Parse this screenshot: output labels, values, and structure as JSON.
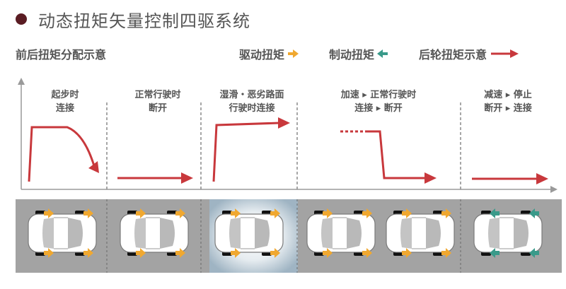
{
  "page": {
    "title": "动态扭矩矢量控制四驱系统",
    "subtitle": "前后扭矩分配示意"
  },
  "legend": {
    "drive": {
      "label": "驱动扭矩",
      "color": "#f0a830",
      "icon": "arrow-right-icon"
    },
    "brake": {
      "label": "制动扭矩",
      "color": "#3a9a8a",
      "icon": "arrow-left-icon"
    },
    "rear": {
      "label": "后轮扭矩示意",
      "color": "#c8383c",
      "icon": "long-arrow-right-icon"
    }
  },
  "phases": [
    {
      "line1": "起步时",
      "line2": "连接"
    },
    {
      "line1": "正常行驶时",
      "line2": "断开"
    },
    {
      "line1": "湿滑・恶劣路面",
      "line2": "行驶时连接"
    },
    {
      "line1": "加速 ▸ 正常行驶时",
      "line2": "连接 ▸ 断开"
    },
    {
      "line1": "减速 ▸ 停止",
      "line2": "断开 ▸ 连接"
    }
  ],
  "colors": {
    "axis": "#9a9a9a",
    "curve": "#c8383c",
    "road": "#a3a3a3",
    "drive_arrow": "#f0a830",
    "brake_arrow": "#3a9a8a"
  }
}
